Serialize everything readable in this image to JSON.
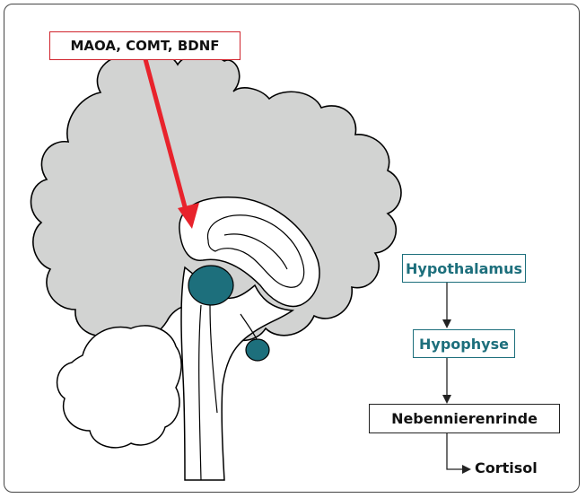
{
  "gene_label": "MAOA, COMT, BDNF",
  "flow": {
    "step1": "Hypothalamus",
    "step2": "Hypophyse",
    "step3": "Nebennierenrinde",
    "step4": "Cortisol"
  },
  "colors": {
    "brain_fill": "#d2d3d2",
    "teal": "#1d6f7c",
    "arrow_red": "#e8232c",
    "outline": "#000000"
  }
}
